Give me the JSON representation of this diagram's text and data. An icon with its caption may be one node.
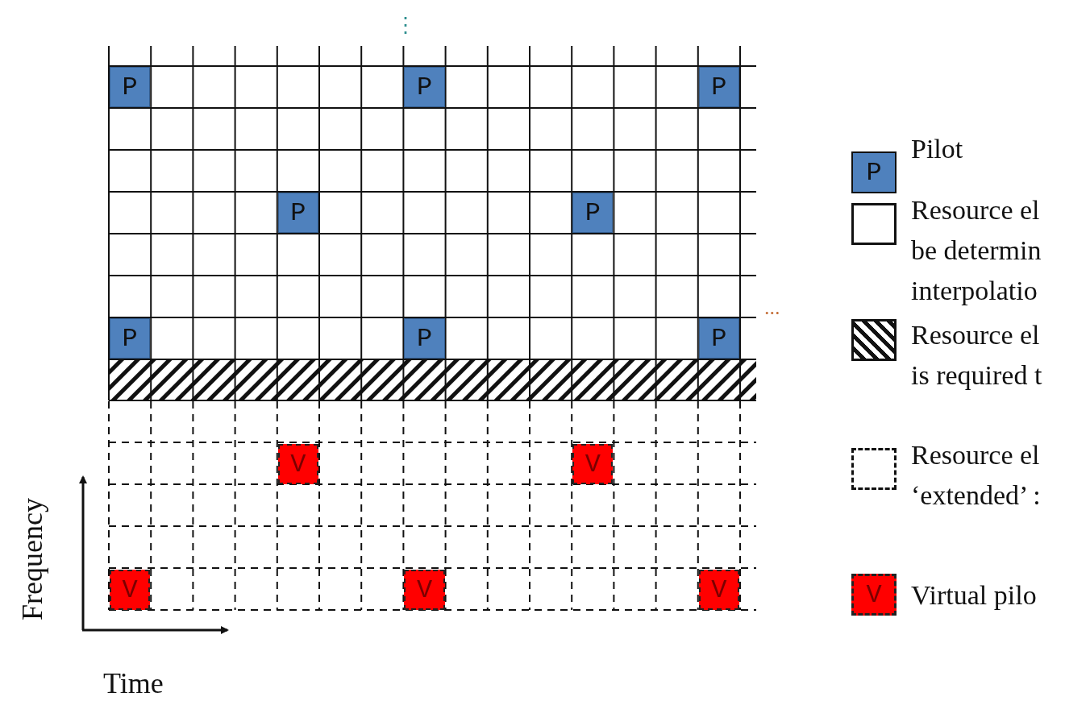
{
  "diagram": {
    "labels": [
      "⋮",
      "P",
      "P",
      "P",
      "P",
      "P",
      "...",
      "P",
      "P",
      "P",
      "V",
      "V",
      "V",
      "V",
      "V",
      "P",
      "V",
      "Frequency",
      "Time"
    ],
    "legend": [
      {
        "text": "Pilot",
        "color": "#4f81bd"
      },
      {
        "text": "Resource el be determin interpolatio"
      },
      {
        "text": "Resource el is required t"
      },
      {
        "text": "Resource el ‘extended’ :"
      },
      {
        "text": "Virtual pilo",
        "color": "#ff0000"
      }
    ]
  }
}
